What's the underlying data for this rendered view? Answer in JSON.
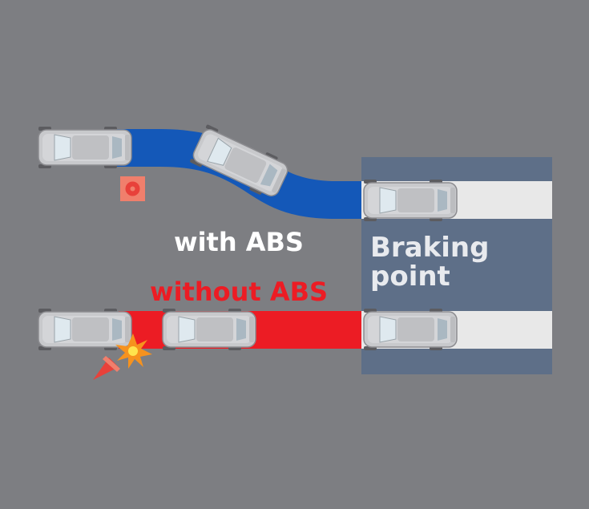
{
  "labels": {
    "with_abs": "with ABS",
    "without_abs": "without ABS",
    "braking_line1": "Braking",
    "braking_line2": "point"
  },
  "colors": {
    "background": "#7d7e82",
    "braking_zone": "#5e6f88",
    "stripe": "#e8e8e8",
    "with_abs_path": "#1458b8",
    "without_abs_path": "#ec1c24",
    "with_abs_text": "#ffffff",
    "without_abs_text": "#ec1c24",
    "braking_text": "#e8eaee",
    "obstacle_box": "#f07f6c",
    "obstacle_mark": "#e8413a",
    "cone": "#e8413a",
    "burst_outer": "#f6921e",
    "burst_inner": "#ffe34d"
  },
  "icons": {
    "cars": "car-icon",
    "obstacle": "obstacle-icon",
    "cone": "cone-icon",
    "collision": "collision-burst-icon"
  }
}
